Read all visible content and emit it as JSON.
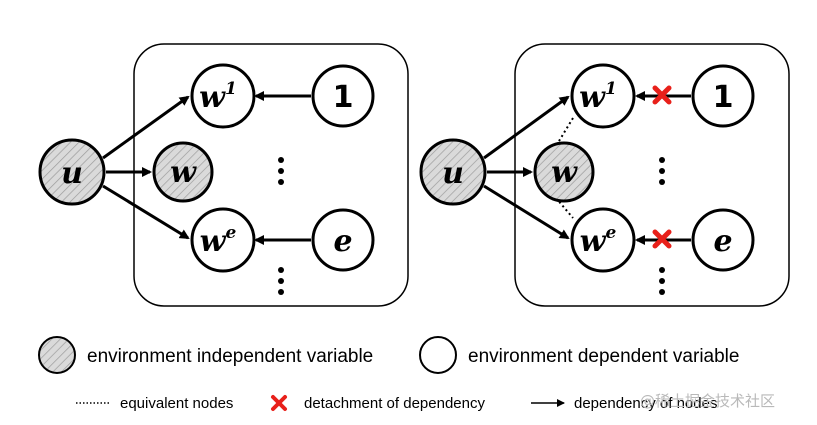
{
  "colors": {
    "stroke": "#000000",
    "shaded_fill": "#d6d6d6",
    "detach_mark": "#e8201a",
    "watermark": "#b9b9b9"
  },
  "panels": [
    {
      "id": "left",
      "nodes": {
        "u": "u",
        "w": "w",
        "w1_base": "w",
        "w1_sup": "1",
        "we_base": "w",
        "we_sup": "e",
        "one": "1",
        "e": "e"
      },
      "detachments": false,
      "equivalence_lines": false
    },
    {
      "id": "right",
      "nodes": {
        "u": "u",
        "w": "w",
        "w1_base": "w",
        "w1_sup": "1",
        "we_base": "w",
        "we_sup": "e",
        "one": "1",
        "e": "e"
      },
      "detachments": true,
      "equivalence_lines": true
    }
  ],
  "legend": {
    "independent": "environment independent variable",
    "dependent": "environment dependent variable",
    "equivalent": "equivalent nodes",
    "detachment": "detachment of dependency",
    "dependency": "dependency of nodes"
  },
  "watermark": "@稀土掘金技术社区"
}
